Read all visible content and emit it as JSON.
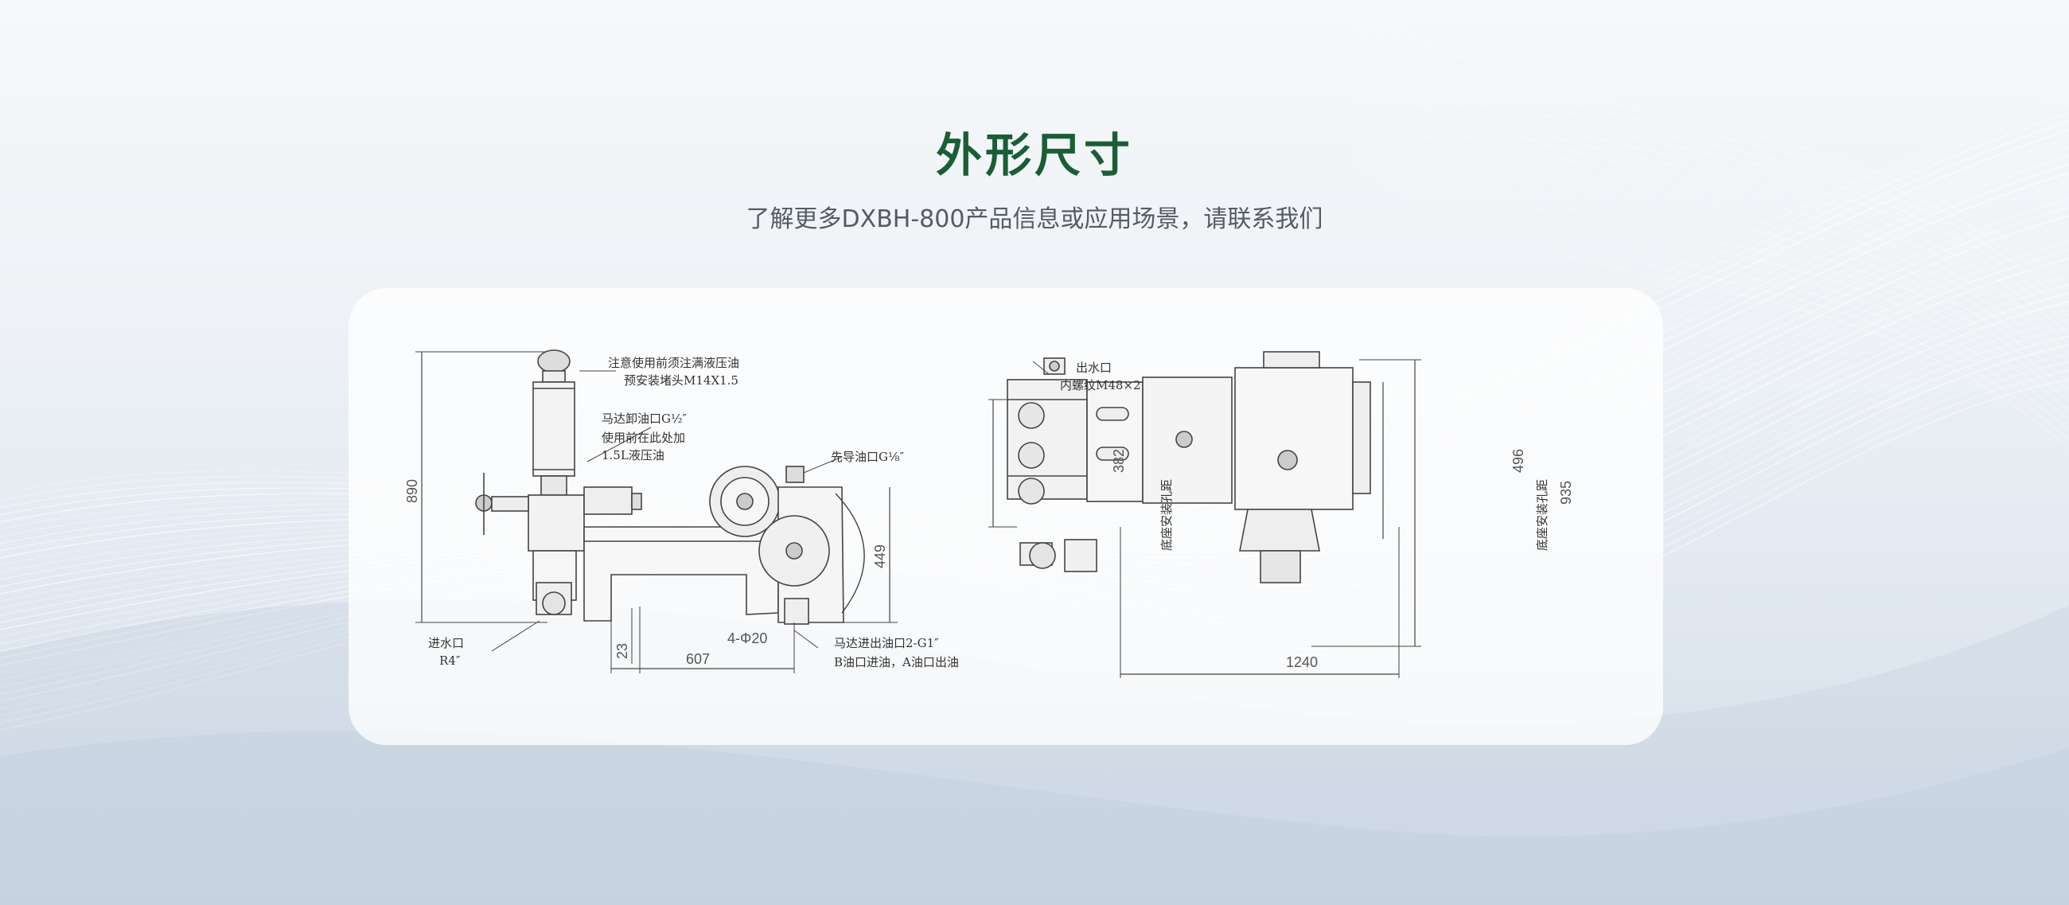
{
  "page": {
    "title": "外形尺寸",
    "subtitle": "了解更多DXBH-800产品信息或应用场景，请联系我们"
  },
  "diagram_left": {
    "callouts": {
      "oil_note_1": "注意使用前须注满液压油",
      "oil_note_2": "预安装堵头M14X1.5",
      "drain_1": "马达卸油口G½″",
      "drain_2": "使用前在此处加",
      "drain_3": "1.5L液压油",
      "pilot": "先导油口G⅛″",
      "inlet": "进水口",
      "inlet_size": "R4″",
      "motor_port_1": "马达进出油口2-G1″",
      "motor_port_2": "B油口进油，A油口出油"
    },
    "dimensions": {
      "height": "890",
      "side": "449",
      "bottom": "23",
      "length": "607",
      "holes": "4-Φ20"
    }
  },
  "diagram_right": {
    "callouts": {
      "outlet_1": "出水口",
      "outlet_2": "内螺纹M48×2",
      "mount_left": "底座安装孔距",
      "mount_right": "底座安装孔距"
    },
    "dimensions": {
      "left_spacing": "382",
      "right_spacing": "496",
      "height": "935",
      "width": "1240"
    }
  }
}
